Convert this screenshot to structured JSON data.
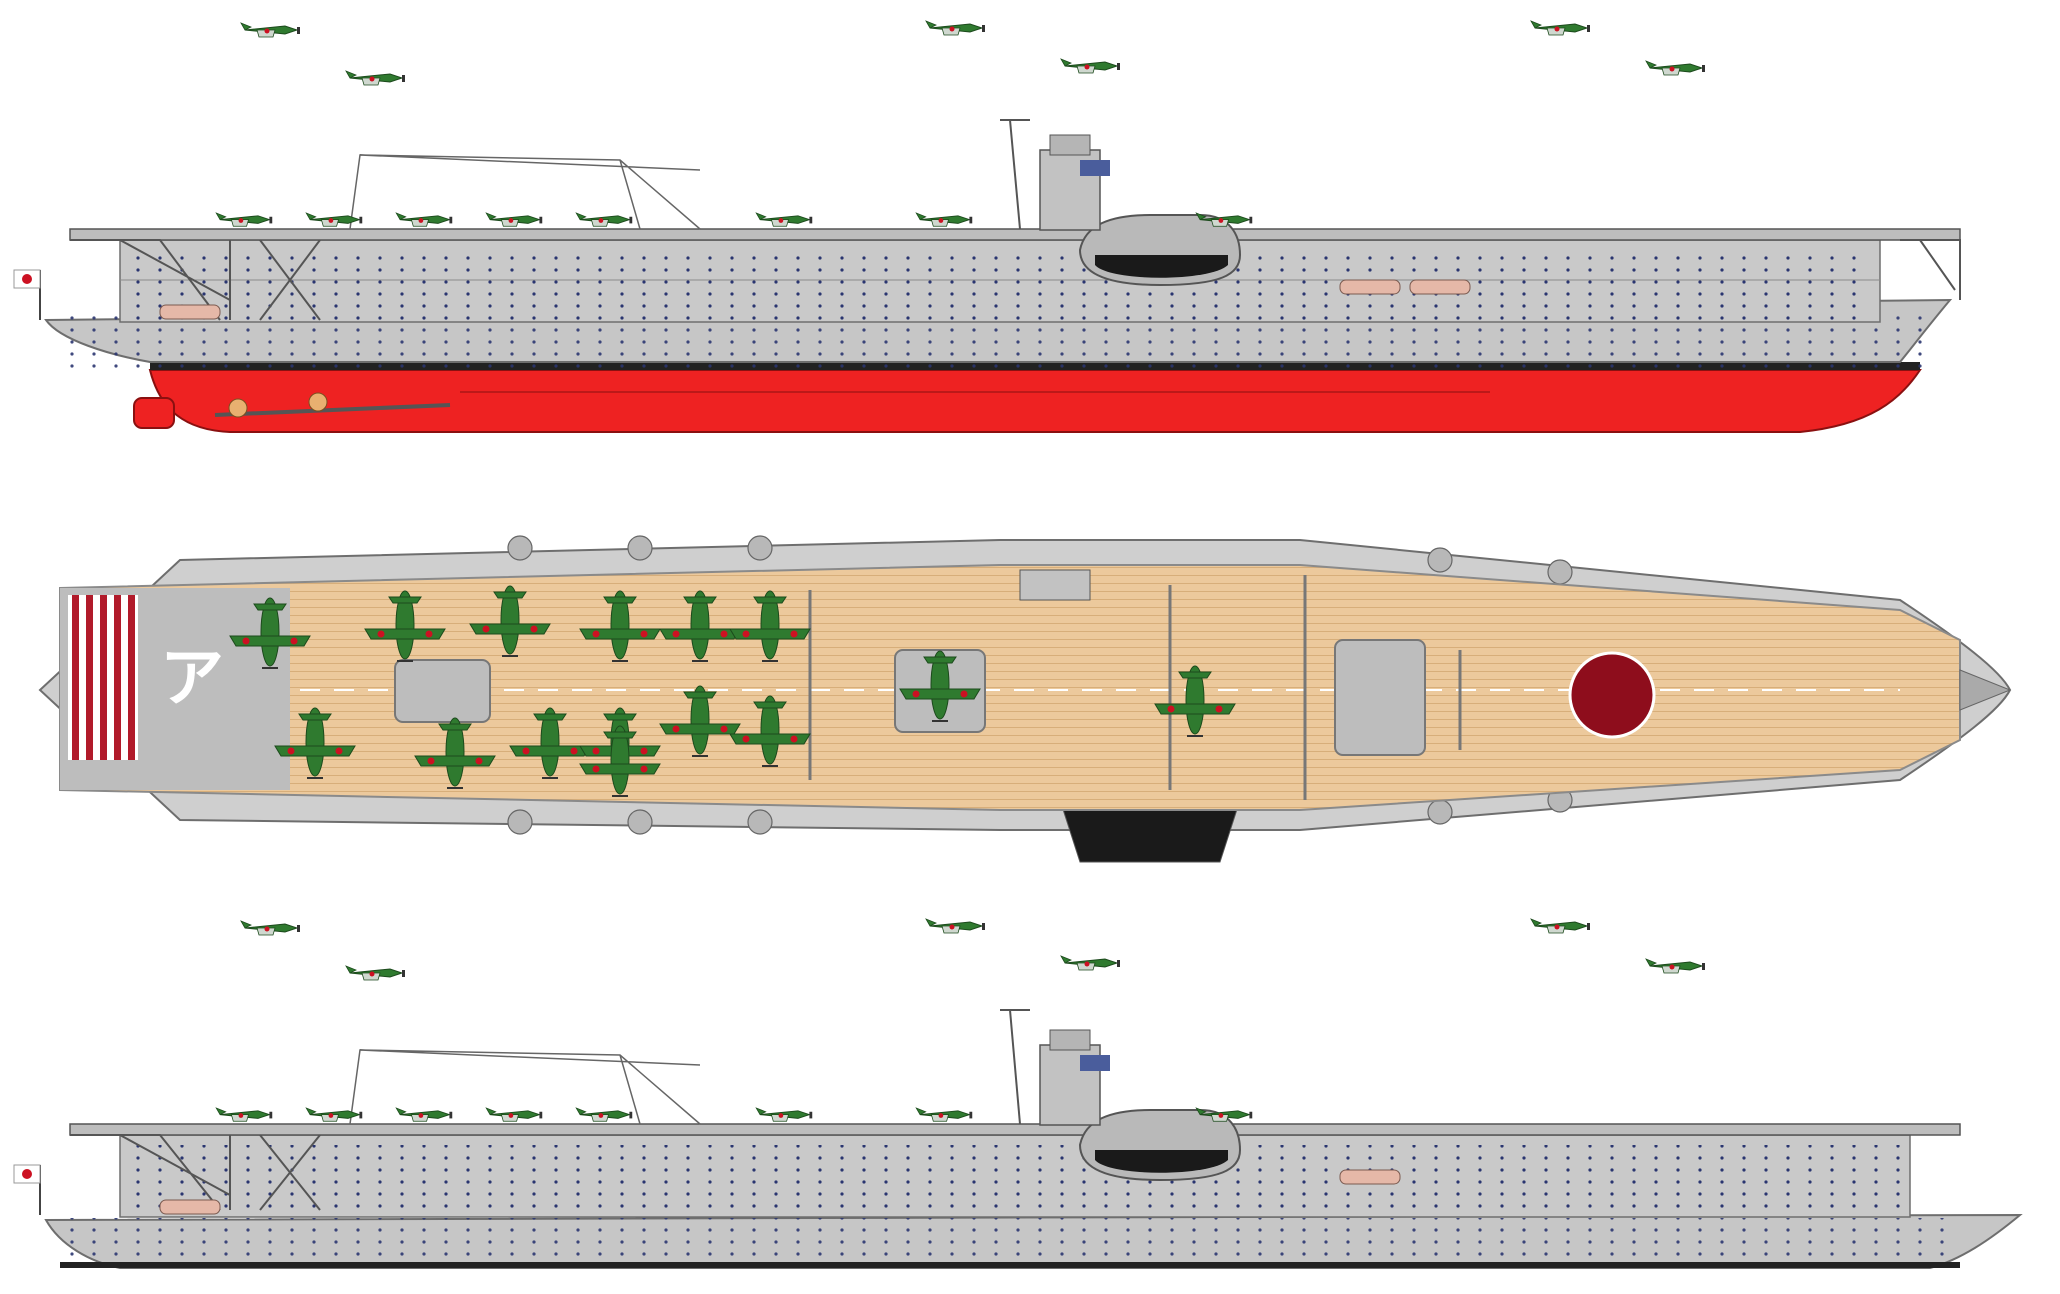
{
  "views": [
    {
      "id": "profile-starboard",
      "type": "side",
      "hull_below_waterline": true
    },
    {
      "id": "plan-flight-deck",
      "type": "top"
    },
    {
      "id": "profile-port",
      "type": "side",
      "hull_below_waterline": false
    }
  ],
  "deck_marking": "ア",
  "colors": {
    "hull_grey": "#c6c6c6",
    "hull_outline": "#6e6e6e",
    "antifouling_red": "#ee2222",
    "boot_top": "#222222",
    "deck_wood": "#ecc99c",
    "deck_plank_line": "#d7ae7a",
    "deck_stripe_red": "#b11a2a",
    "hinomaru": "#8e0d1c",
    "aircraft_green": "#2f7a2f",
    "elevator_grey": "#bdbdbd",
    "boat_pink": "#e5b8a8"
  },
  "aircraft": {
    "top_view_count": 15,
    "flying_top_row": 6,
    "flying_bottom_row": 6,
    "deck_parked_per_profile": 8
  }
}
